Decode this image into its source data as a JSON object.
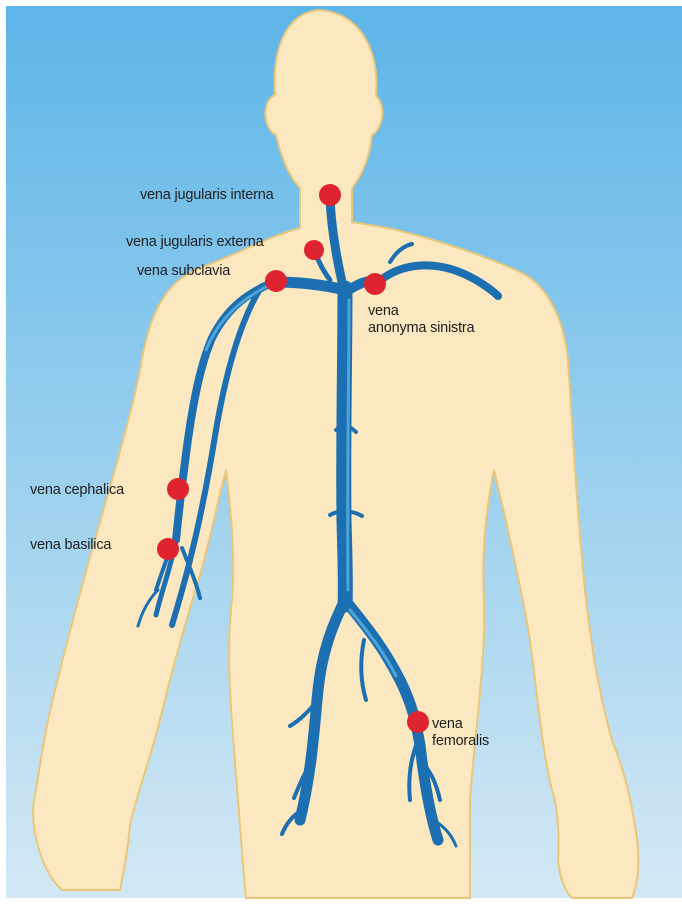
{
  "colors": {
    "sky_top": "#5fb6e8",
    "sky_bottom": "#cfe6f3",
    "skin": "#fbe8c0",
    "skin_outline": "#e8c77a",
    "vein": "#1c6fb0",
    "vein_highlight": "#5fb1e3",
    "marker": "#e0242f"
  },
  "labels": {
    "jugularis_interna": "vena jugularis interna",
    "jugularis_externa": "vena jugularis externa",
    "subclavia": "vena subclavia",
    "anonyma_sinistra": "vena\nanonyma sinistra",
    "cephalica": "vena cephalica",
    "basilica": "vena basilica",
    "femoralis": "vena\nfemoralis"
  }
}
